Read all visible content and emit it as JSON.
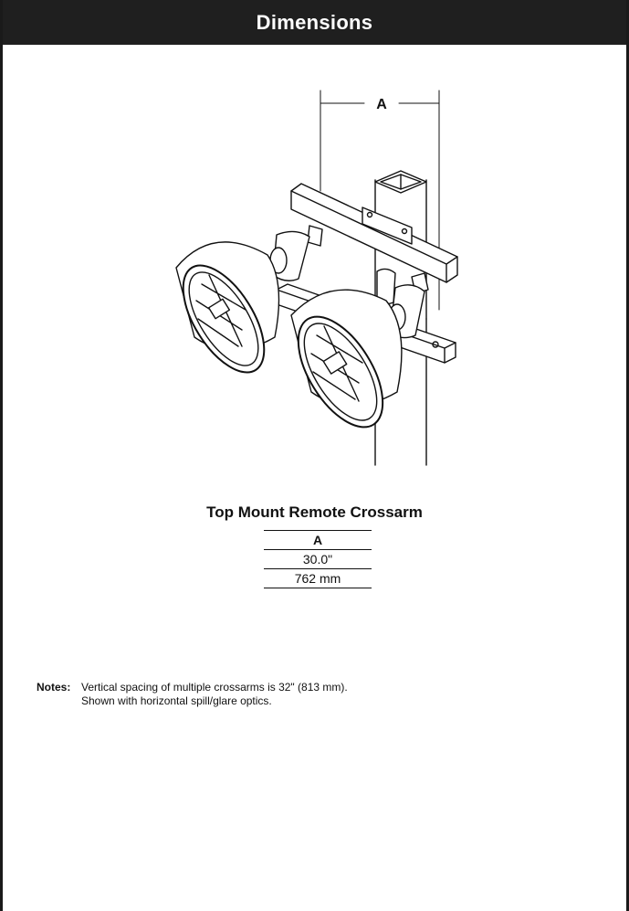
{
  "header": {
    "title": "Dimensions"
  },
  "drawing": {
    "dimension_label": "A"
  },
  "product": {
    "title": "Top Mount Remote Crossarm"
  },
  "dimension_table": {
    "header": "A",
    "rows": [
      "30.0\"",
      "762 mm"
    ]
  },
  "notes": {
    "label": "Notes:",
    "lines": [
      "Vertical spacing of multiple crossarms is 32\" (813 mm).",
      "Shown with horizontal spill/glare optics."
    ]
  }
}
